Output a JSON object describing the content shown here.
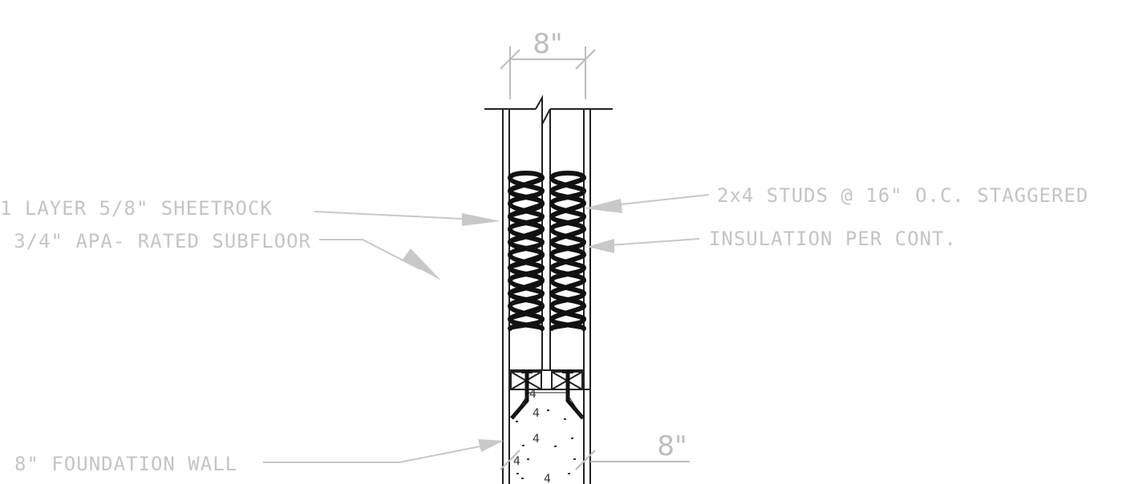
{
  "dimensions": {
    "top": "8\"",
    "bottom": "8\""
  },
  "notes": {
    "sheetrock": "1 LAYER 5/8\" SHEETROCK",
    "subfloor": "3/4\" APA- RATED SUBFLOOR",
    "studs": "2x4 STUDS @ 16\" O.C. STAGGERED",
    "insulation": "INSULATION PER CONT.",
    "foundation": "8\" FOUNDATION WALL"
  }
}
